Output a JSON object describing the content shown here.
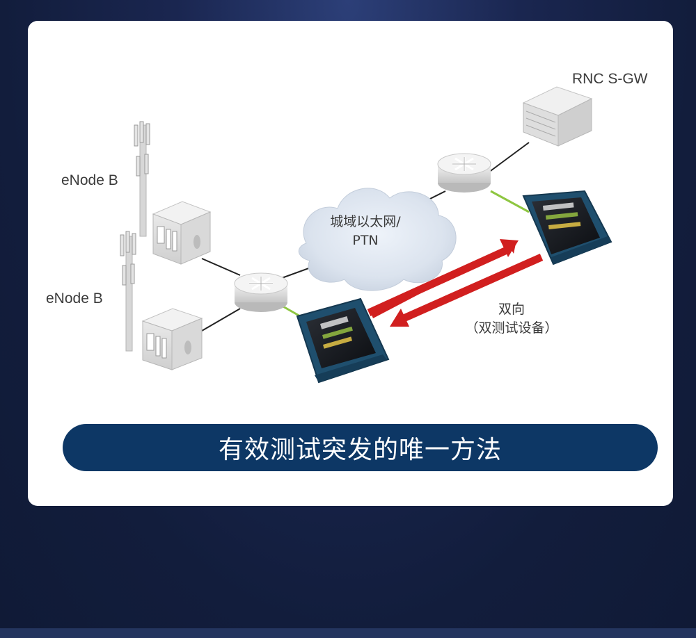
{
  "diagram": {
    "labels": {
      "enode_b_1": "eNode B",
      "enode_b_2": "eNode B",
      "rnc_sgw": "RNC S-GW",
      "cloud_line1": "城域以太网/",
      "cloud_line2": "PTN",
      "bidirectional_line1": "双向",
      "bidirectional_line2": "（双测试设备）"
    },
    "colors": {
      "arrow": "#d11f1f",
      "link_green": "#8ec641",
      "device_body": "#1f4f6e"
    },
    "icons": [
      "cell-tower-icon",
      "base-station-cabinet-icon",
      "router-icon",
      "cloud-icon",
      "server-rack-icon",
      "tablet-tester-icon"
    ]
  },
  "banner": {
    "text": "有效测试突发的唯一方法"
  }
}
